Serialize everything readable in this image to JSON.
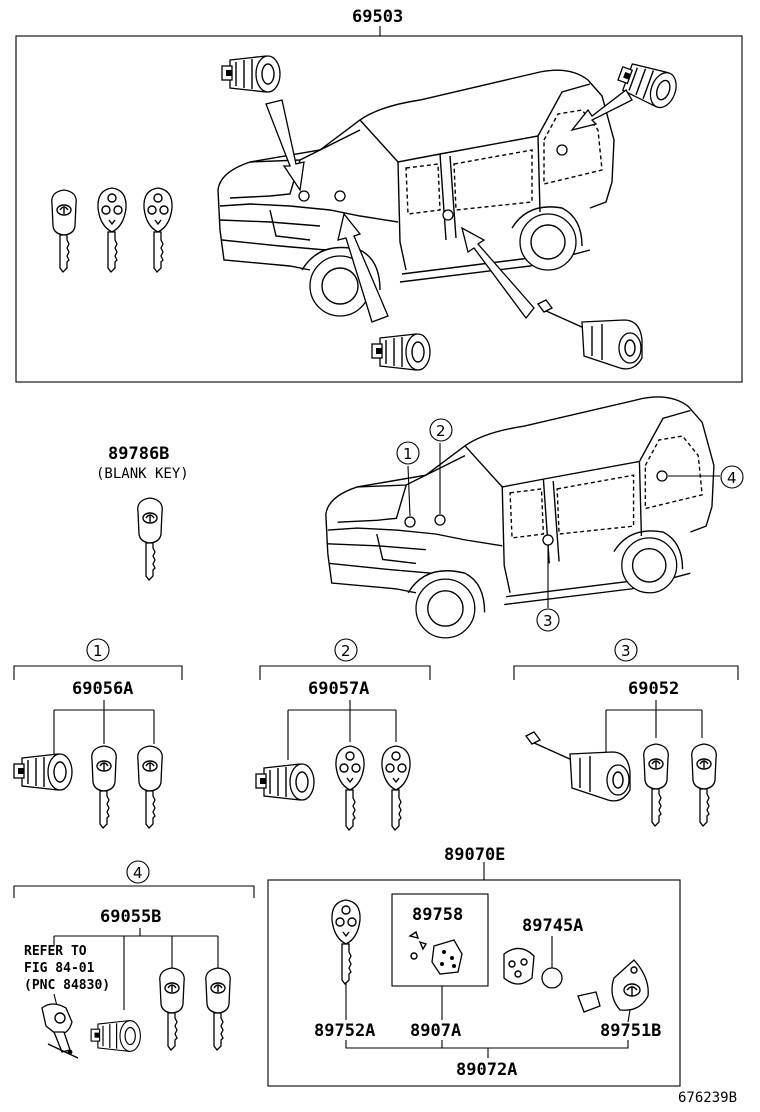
{
  "labels": {
    "top_assembly": "69503",
    "blank_key": "89786B",
    "blank_key_note": "(BLANK KEY)",
    "set1": "69056A",
    "set2": "69057A",
    "set3": "69052",
    "set4": "69055B",
    "transmitter_kit": "89070E",
    "kit_part_a": "89758",
    "kit_part_b": "89745A",
    "kit_part_c": "89752A",
    "kit_part_d": "8907A",
    "kit_part_e": "89751B",
    "kit_subassembly": "89072A",
    "refer_line1": "REFER TO",
    "refer_line2": "FIG 84-01",
    "refer_line3": "(PNC 84830)",
    "drawing_number": "676239B"
  },
  "callouts": {
    "c1": "1",
    "c2": "2",
    "c3": "3",
    "c4": "4"
  }
}
